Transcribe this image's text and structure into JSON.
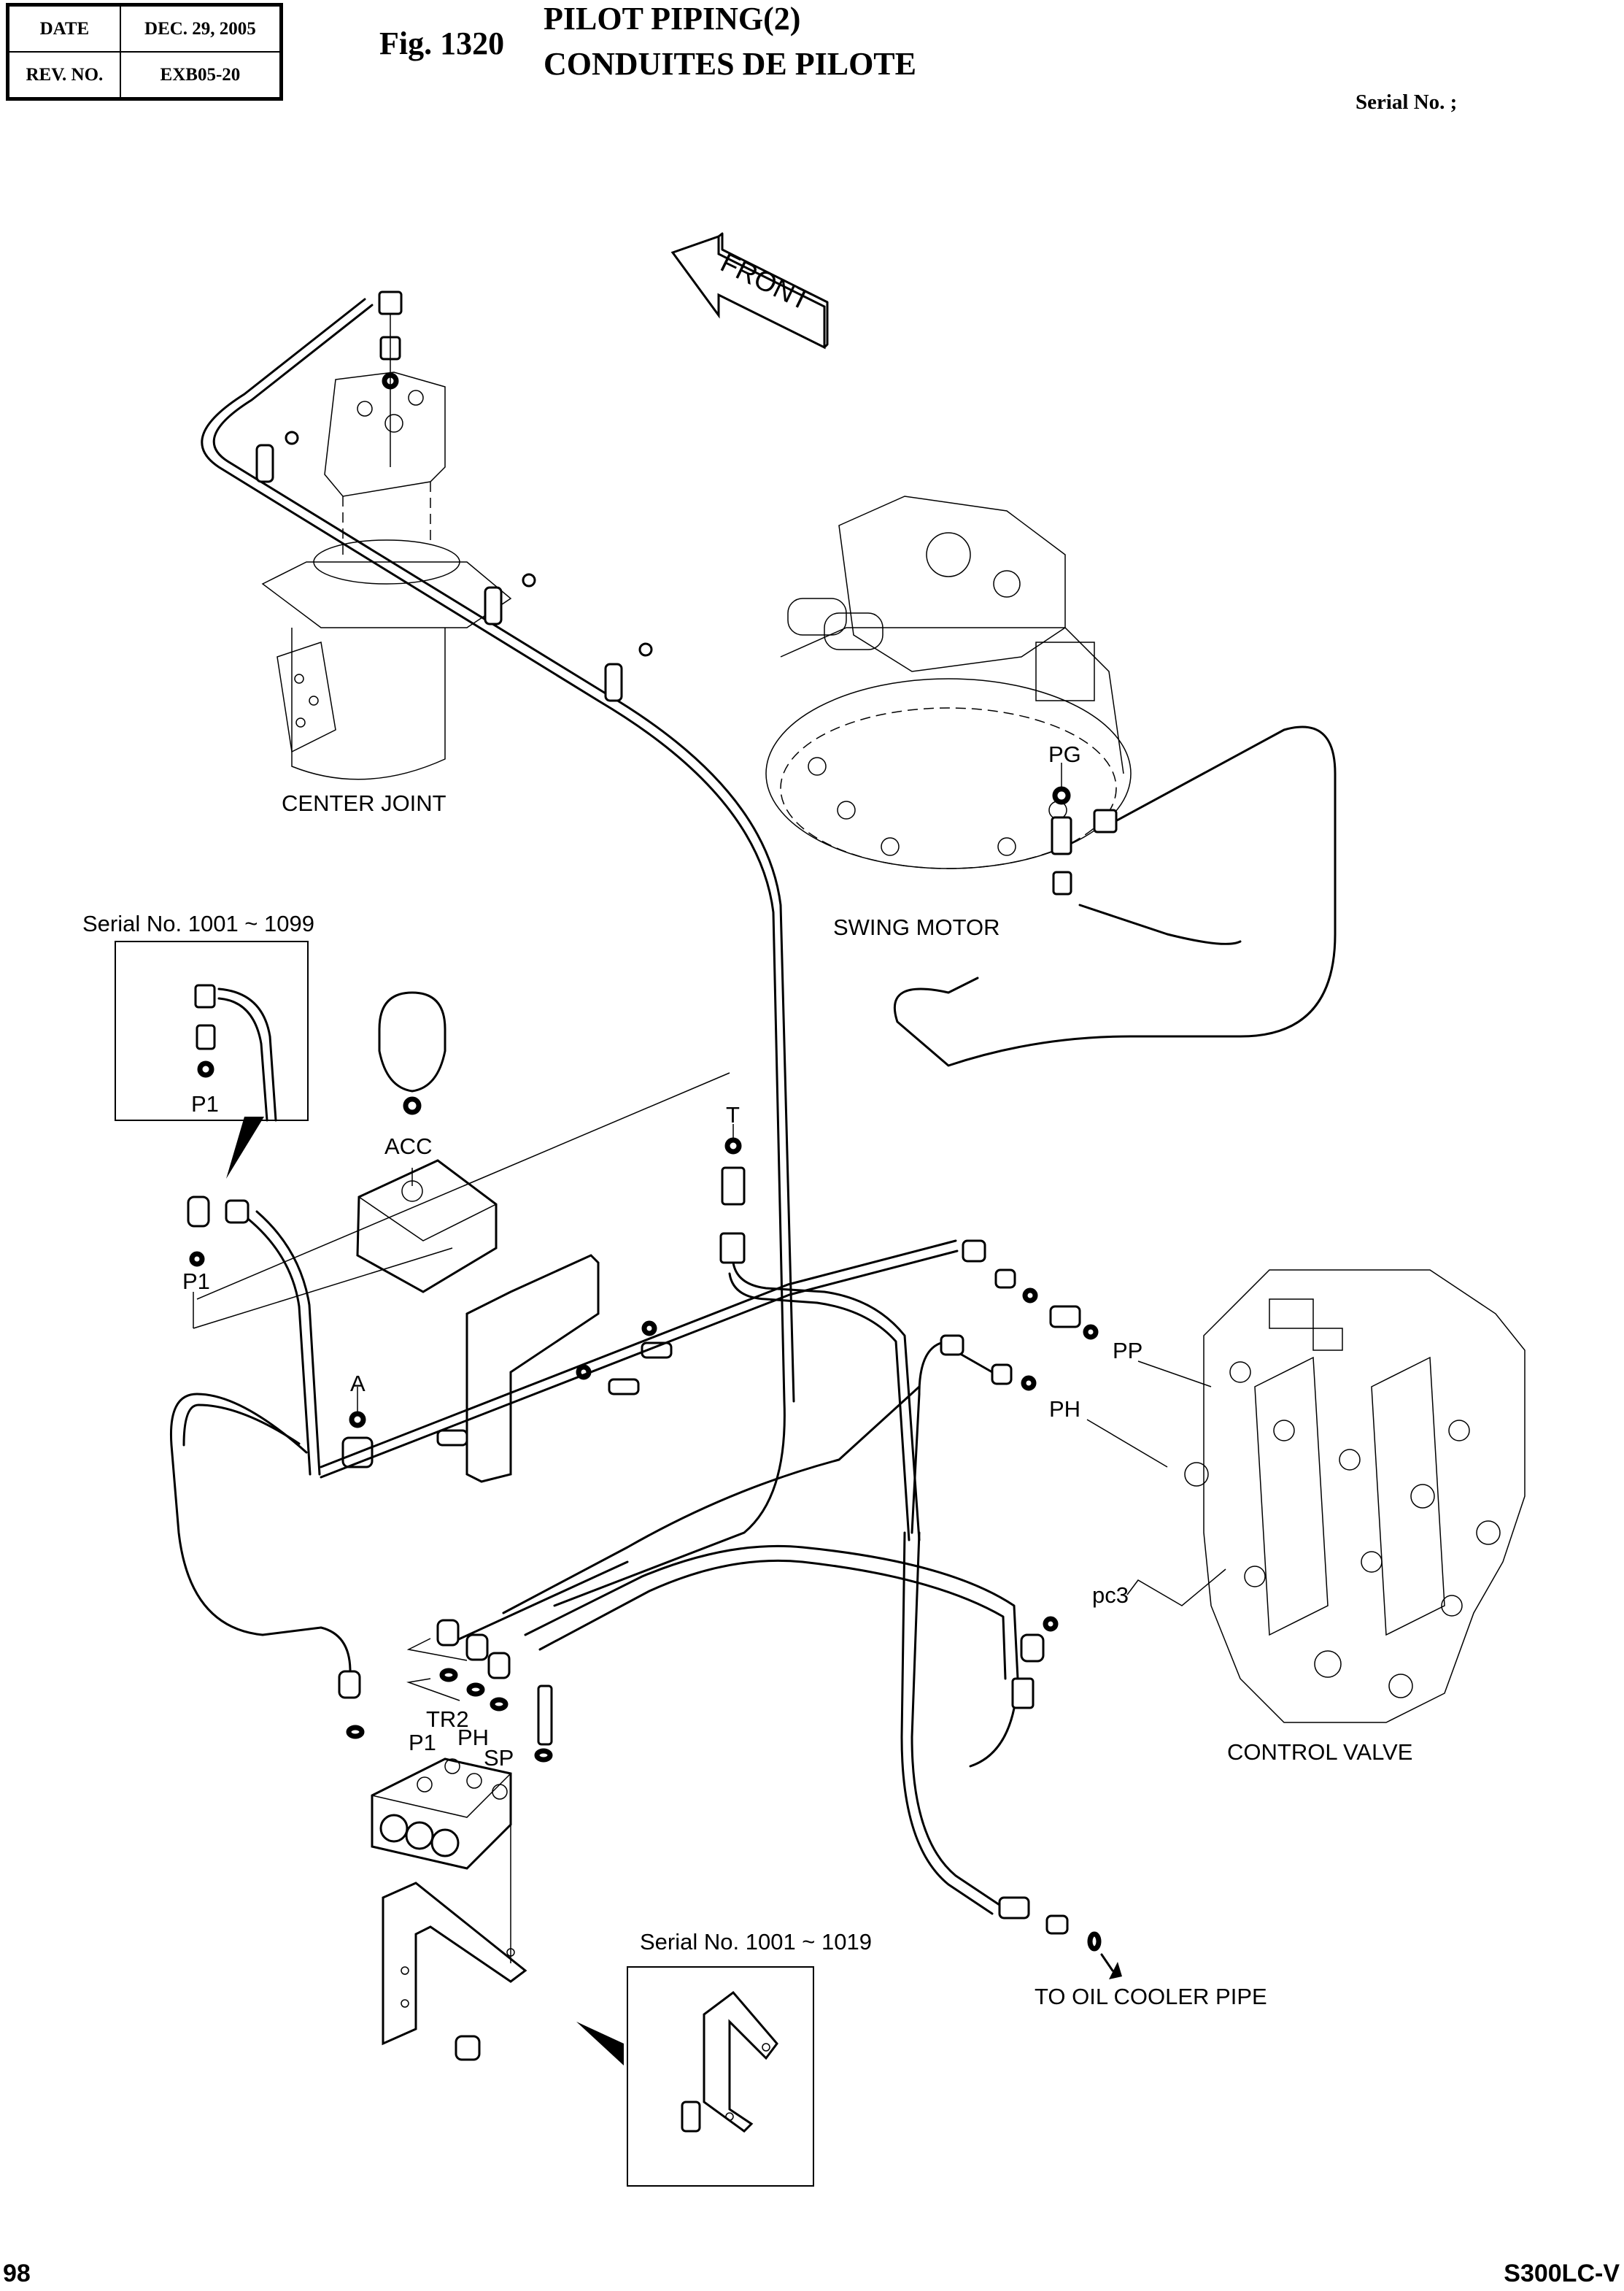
{
  "header": {
    "date_label": "DATE",
    "date_value": "DEC. 29, 2005",
    "rev_label": "REV. NO.",
    "rev_value": "EXB05-20",
    "figure_number": "Fig. 1320",
    "title_en": "PILOT PIPING(2)",
    "title_fr": "CONDUITES DE PILOTE",
    "serial": "Serial No. ;"
  },
  "drawing": {
    "direction_arrow": "FRONT",
    "components": {
      "center_joint": "CENTER JOINT",
      "swing_motor": "SWING MOTOR",
      "control_valve": "CONTROL VALVE",
      "oil_cooler": "TO OIL COOLER PIPE"
    },
    "ports": {
      "pg": "PG",
      "pp": "PP",
      "ph": "PH",
      "pc3": "pc3",
      "acc": "ACC",
      "t": "T",
      "a": "A",
      "p1": "P1",
      "block_tr2": "TR2",
      "block_p1": "P1",
      "block_ph": "PH",
      "block_sp": "SP"
    },
    "insets": [
      {
        "serial": "Serial No. 1001 ~ 1099",
        "port": "P1"
      },
      {
        "serial": "Serial No. 1001 ~ 1019"
      }
    ]
  },
  "footer": {
    "page_number": "98",
    "model": "S300LC-V"
  }
}
